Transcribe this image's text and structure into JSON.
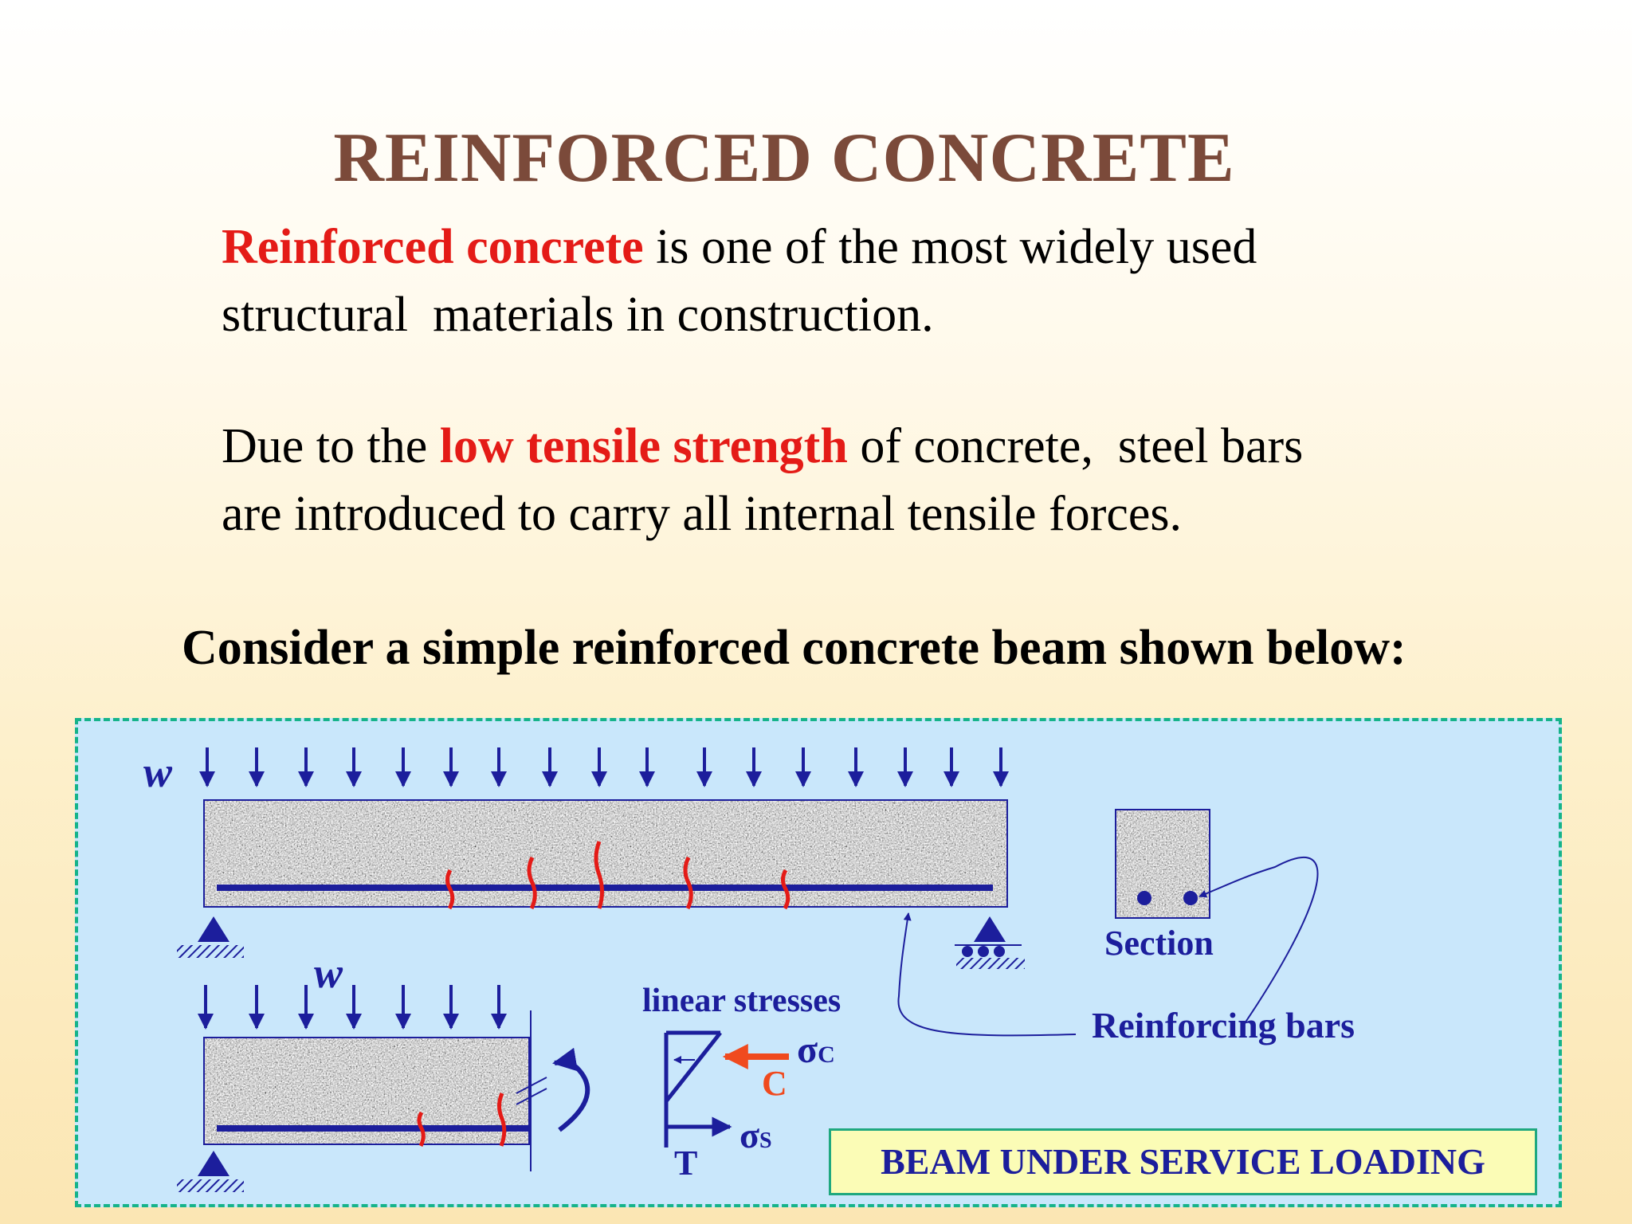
{
  "slide": {
    "title": "REINFORCED  CONCRETE",
    "para1": {
      "highlight": "Reinforced concrete",
      "rest_line1": " is one of the most widely used",
      "line2": "structural  materials in construction."
    },
    "para2": {
      "start": "Due to the ",
      "highlight": "low tensile strength",
      "rest_line1": " of concrete,  steel bars",
      "line2": "are introduced to carry all internal tensile forces."
    },
    "consider": "Consider a simple reinforced concrete beam shown below:"
  },
  "diagram": {
    "load_label_top": "w",
    "load_label_bottom": "w",
    "section_label": "Section",
    "bars_label": "Reinforcing bars",
    "stress_label": "linear stresses",
    "sigma_c": "σ",
    "sigma_c_sub": "C",
    "sigma_s": "σ",
    "sigma_s_sub": "S",
    "compression_label": "C",
    "tension_label": "T",
    "caption": "BEAM UNDER SERVICE LOADING",
    "colors": {
      "beam_blue": "#1c1e9c",
      "crack_red": "#e41b17",
      "compression_arrow": "#f04a1e",
      "panel_bg": "#c9e7fb"
    }
  }
}
